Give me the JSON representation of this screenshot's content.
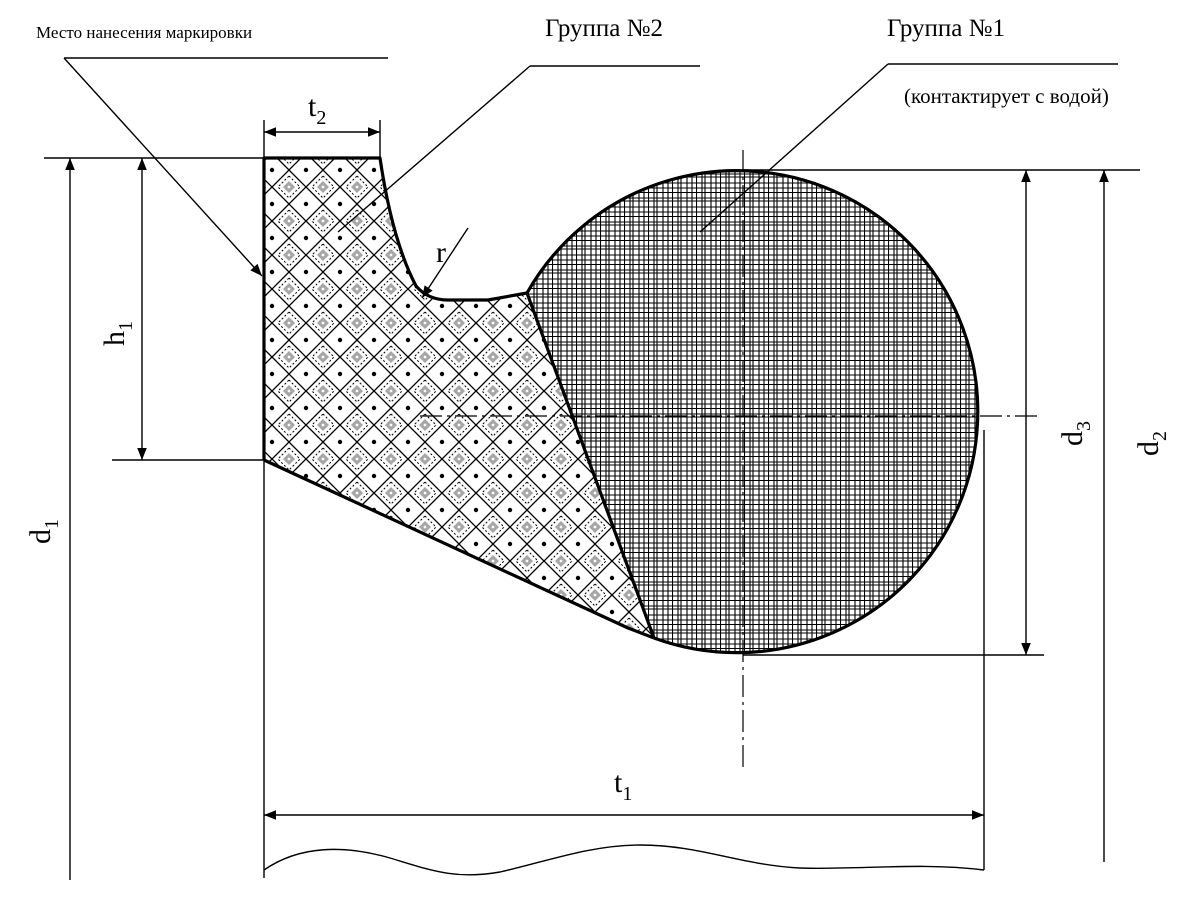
{
  "labels": {
    "marking_place": "Место нанесения маркировки",
    "group2": "Группа №2",
    "group1": "Группа №1",
    "group1_note": "(контактирует с водой)",
    "radius": "r"
  },
  "dimensions": {
    "t1": {
      "main": "t",
      "sub": "1"
    },
    "t2": {
      "main": "t",
      "sub": "2"
    },
    "h1": {
      "main": "h",
      "sub": "1"
    },
    "d1": {
      "main": "d",
      "sub": "1"
    },
    "d2": {
      "main": "d",
      "sub": "2"
    },
    "d3": {
      "main": "d",
      "sub": "3"
    }
  },
  "hatch_colors": {
    "group2_pattern": "#000000",
    "group1_grid": "#000000",
    "background": "#ffffff"
  }
}
